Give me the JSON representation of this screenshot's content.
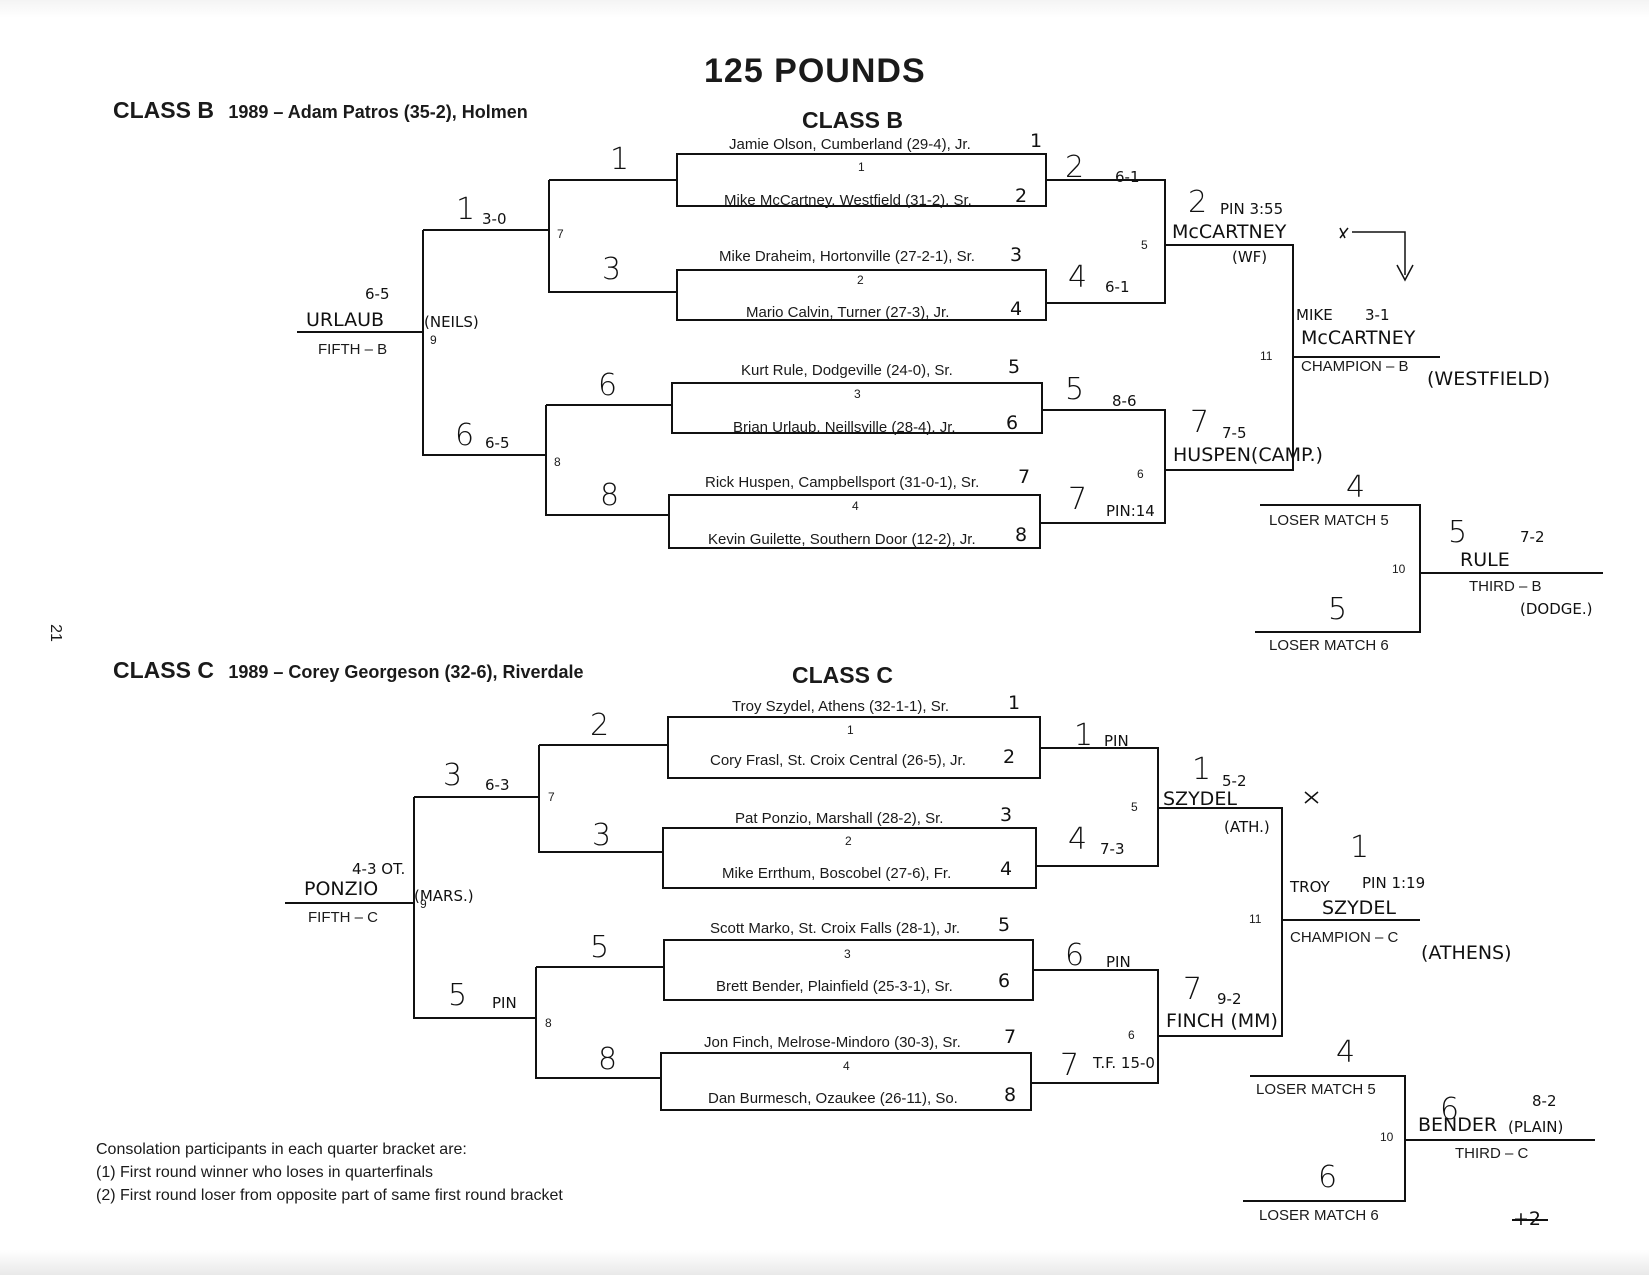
{
  "page": {
    "title": "125 POUNDS",
    "page_number": "21",
    "footer_mark": "+2"
  },
  "classB": {
    "header_class": "CLASS B",
    "header_record": "1989 – Adam Patros (35-2), Holmen",
    "bracket_label": "CLASS B",
    "entrants": [
      "Jamie Olson, Cumberland (29-4), Jr.",
      "Mike McCartney, Westfield (31-2), Sr.",
      "Mike Draheim, Hortonville (27-2-1), Sr.",
      "Mario Calvin, Turner (27-3), Jr.",
      "Kurt Rule, Dodgeville (24-0), Sr.",
      "Brian Urlaub, Neillsville (28-4), Jr.",
      "Rick Huspen, Campbellsport (31-0-1), Sr.",
      "Kevin Guilette, Southern Door (12-2), Jr."
    ],
    "match_numbers": [
      "1",
      "2",
      "3",
      "4",
      "5",
      "6",
      "7",
      "8",
      "9",
      "10",
      "11"
    ],
    "labels": {
      "fifth": "FIFTH – B",
      "champion": "CHAMPION – B",
      "third": "THIRD – B",
      "loser5": "LOSER MATCH 5",
      "loser6": "LOSER MATCH 6"
    },
    "handwriting": {
      "seeds": [
        "1",
        "2",
        "3",
        "4",
        "5",
        "6",
        "7",
        "8"
      ],
      "qf_winners": [
        "2",
        "4",
        "5",
        "7"
      ],
      "qf_scores": [
        "6-1",
        "6-1",
        "8-6",
        "PIN:14"
      ],
      "sf_top": "2",
      "sf_top_score": "PIN 3:55",
      "sf_top_name": "McCARTNEY",
      "sf_top_school": "(WF)",
      "sf_bottom": "7",
      "sf_bottom_score": "7-5",
      "sf_bottom_name": "HUSPEN(CAMP.)",
      "champ_first": "MIKE",
      "champ_score": "3-1",
      "champ_last": "McCARTNEY",
      "champ_school": "(WESTFIELD)",
      "cons_first": [
        "1",
        "3",
        "6",
        "8"
      ],
      "cons_semi_top": "1",
      "cons_semi_top_score": "3-0",
      "cons_semi_bottom": "6",
      "cons_semi_bottom_score": "6-5",
      "fifth_score": "6-5",
      "fifth_name": "URLAUB",
      "fifth_school": "(NEILS)",
      "loser5_seed": "4",
      "loser6_seed": "5",
      "third_seed": "5",
      "third_score": "7-2",
      "third_name": "RULE",
      "third_school": "(DODGE.)"
    }
  },
  "classC": {
    "header_class": "CLASS C",
    "header_record": "1989 – Corey Georgeson (32-6), Riverdale",
    "bracket_label": "CLASS C",
    "entrants": [
      "Troy Szydel, Athens (32-1-1), Sr.",
      "Cory Frasl, St. Croix Central (26-5), Jr.",
      "Pat Ponzio, Marshall (28-2), Sr.",
      "Mike Errthum, Boscobel (27-6), Fr.",
      "Scott Marko, St. Croix Falls (28-1), Jr.",
      "Brett Bender, Plainfield (25-3-1), Sr.",
      "Jon Finch, Melrose-Mindoro (30-3), Sr.",
      "Dan Burmesch, Ozaukee (26-11), So."
    ],
    "match_numbers": [
      "1",
      "2",
      "3",
      "4",
      "5",
      "6",
      "7",
      "8",
      "9",
      "10",
      "11"
    ],
    "labels": {
      "fifth": "FIFTH – C",
      "champion": "CHAMPION – C",
      "third": "THIRD – C",
      "loser5": "LOSER MATCH 5",
      "loser6": "LOSER MATCH 6"
    },
    "handwriting": {
      "seeds": [
        "1",
        "2",
        "3",
        "4",
        "5",
        "6",
        "7",
        "8"
      ],
      "qf_winners": [
        "1",
        "4",
        "6",
        "7"
      ],
      "qf_scores": [
        "PIN",
        "7-3",
        "PIN",
        "T.F. 15-0"
      ],
      "sf_top": "1",
      "sf_top_score": "5-2",
      "sf_top_name": "SZYDEL",
      "sf_top_school": "(ATH.)",
      "sf_bottom": "7",
      "sf_bottom_score": "9-2",
      "sf_bottom_name": "FINCH (MM)",
      "champ_seed": "1",
      "champ_first": "TROY",
      "champ_score": "PIN 1:19",
      "champ_last": "SZYDEL",
      "champ_school": "(ATHENS)",
      "cons_first": [
        "2",
        "3",
        "5",
        "8"
      ],
      "cons_semi_top": "3",
      "cons_semi_top_score": "6-3",
      "cons_semi_bottom": "5",
      "cons_semi_bottom_score": "PIN",
      "fifth_score": "4-3 OT.",
      "fifth_name": "PONZIO",
      "fifth_school": "(MARS.)",
      "loser5_seed": "4",
      "loser6_seed": "6",
      "third_seed": "6",
      "third_score": "8-2",
      "third_name": "BENDER",
      "third_school": "(PLAIN)"
    }
  },
  "notes": {
    "line1": "Consolation participants in each quarter bracket are:",
    "line2": "(1) First round winner who loses in quarterfinals",
    "line3": "(2) First round loser from opposite part of same first round bracket"
  }
}
